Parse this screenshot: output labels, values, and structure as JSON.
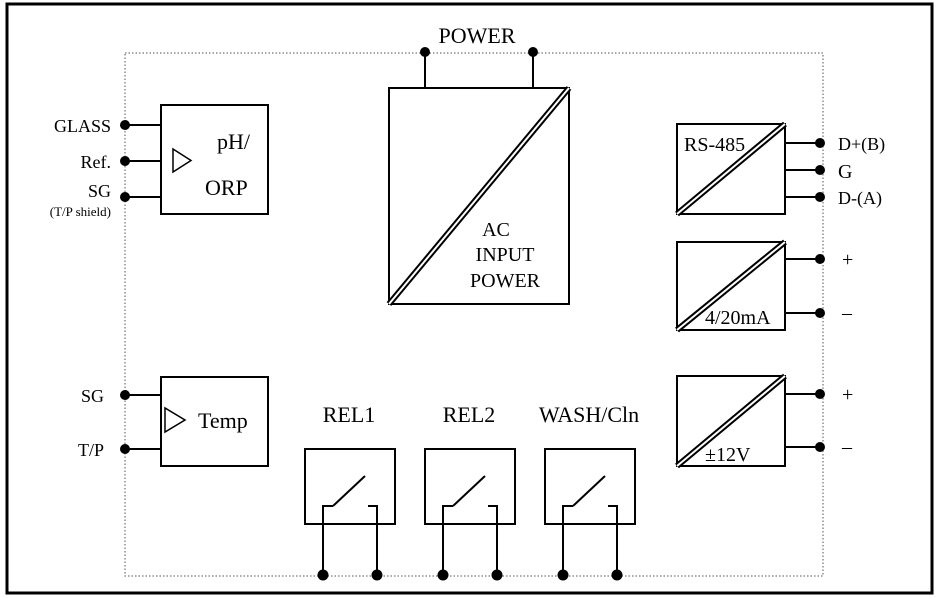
{
  "power": {
    "label": "POWER"
  },
  "ph_module": {
    "label_top": "pH/",
    "label_bottom": "ORP",
    "terminals": [
      "GLASS",
      "Ref.",
      "SG"
    ],
    "shield_note": "(T/P  shield)"
  },
  "ac_module": {
    "lines": [
      "AC",
      "INPUT",
      "POWER"
    ]
  },
  "rs485": {
    "label": "RS-485",
    "terminals": [
      "D+(B)",
      "G",
      "D-(A)"
    ]
  },
  "current_out": {
    "label": "4/20mA",
    "terminals": [
      "+",
      "–"
    ]
  },
  "voltage_out": {
    "label": "±12V",
    "terminals": [
      "+",
      "–"
    ]
  },
  "temp_module": {
    "label": "Temp",
    "terminals": [
      "SG",
      "T/P"
    ]
  },
  "relays": [
    {
      "label": "REL1"
    },
    {
      "label": "REL2"
    },
    {
      "label": "WASH/Cln"
    }
  ]
}
